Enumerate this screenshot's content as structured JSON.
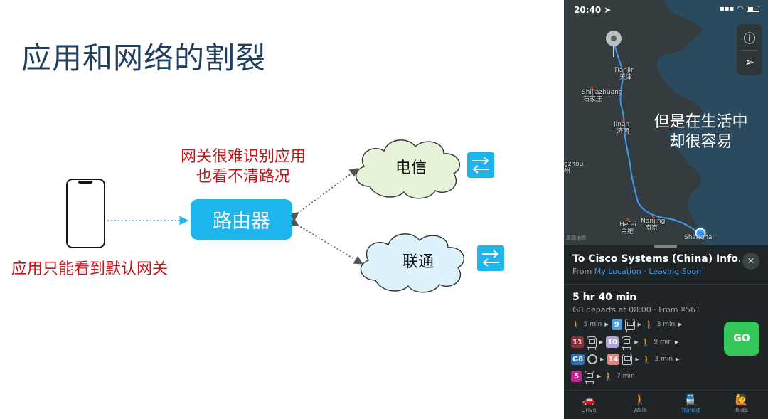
{
  "slide": {
    "title": "应用和网络的割裂",
    "router_label": "路由器",
    "gateway_note_line1": "网关很难识别应用",
    "gateway_note_line2": "也看不清路况",
    "phone_note": "应用只能看到默认网关",
    "cloud_top_label": "电信",
    "cloud_bottom_label": "联通",
    "colors": {
      "title": "#1f3f5c",
      "router": "#1eb4ec",
      "note_red": "#c4161c",
      "cloud_top": "#e6f3d8",
      "cloud_bottom": "#ddf2fb",
      "switch_icon": "#1eb4ec"
    },
    "icons": [
      "phone-icon",
      "switch-icon"
    ]
  },
  "phone": {
    "status": {
      "time": "20:40 ➤"
    },
    "map": {
      "overlay_line1": "但是在生活中",
      "overlay_line2": "却很容易",
      "cities": {
        "tianjin_en": "Tianjin",
        "tianjin_zh": "天津",
        "shijiazhuang_en": "Shijiazhuang",
        "shijiazhuang_zh": "石家庄",
        "jinan_en": "Jinan",
        "jinan_zh": "济南",
        "zhengzhou_en": "gzhou",
        "zhengzhou_zh": "州",
        "hefei_en": "Hefei",
        "hefei_zh": "合肥",
        "nanjing_en": "Nanjing",
        "nanjing_zh": "南京",
        "shanghai_en": "Shanghai"
      },
      "credit": "高德地图"
    },
    "sheet": {
      "title": "To Cisco Systems (China) Info...",
      "from_prefix": "From ",
      "from_location": "My Location",
      "from_separator": " · ",
      "from_time": "Leaving Soon",
      "duration": "5 hr 40 min",
      "departs": "G8 departs at 08:00 · From ¥561",
      "walk_1": "5 min",
      "badge_9": "9",
      "walk_2": "3 min",
      "badge_11": "11",
      "badge_10": "10",
      "walk_3": "9 min",
      "badge_g8": "G8",
      "badge_14": "14",
      "walk_4": "3 min",
      "badge_5": "5",
      "walk_5": "7 min",
      "go": "GO"
    },
    "badge_colors": {
      "line_9": "#4aa0d6",
      "line_11": "#8c2f39",
      "line_10": "#b6a3d8",
      "line_g8": "#2c6fb5",
      "line_14": "#e0857f",
      "line_5": "#c7219a"
    },
    "tabs": {
      "drive": "Drive",
      "walk": "Walk",
      "transit": "Transit",
      "ride": "Ride",
      "active": "transit"
    },
    "colors": {
      "accent": "#3d9bf0",
      "go": "#35c65a"
    }
  }
}
